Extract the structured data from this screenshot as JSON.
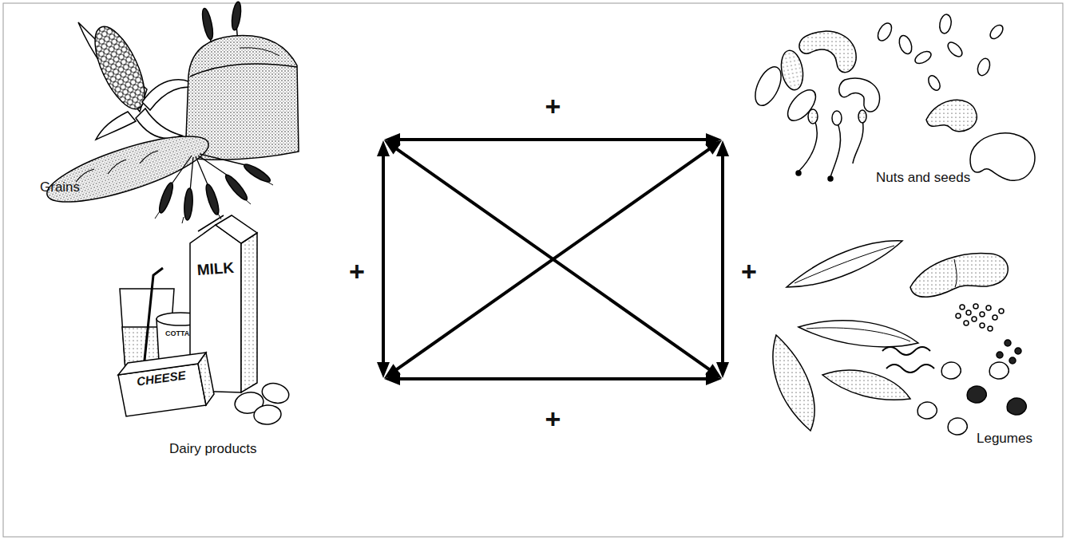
{
  "diagram": {
    "nodes": [
      {
        "text": [
          "Grains"
        ]
      },
      {
        "text": [
          "Nuts and seeds"
        ]
      },
      {
        "text": [
          "Dairy products"
        ]
      },
      {
        "text": [
          "Legumes"
        ]
      }
    ],
    "edges": [
      {
        "from": 0,
        "to": 1,
        "label": "+",
        "arrow": "both"
      },
      {
        "from": 0,
        "to": 2,
        "label": "+",
        "arrow": "both"
      },
      {
        "from": 1,
        "to": 3,
        "label": "+",
        "arrow": "both"
      },
      {
        "from": 2,
        "to": 3,
        "label": "+",
        "arrow": "both"
      },
      {
        "from": 0,
        "to": 3,
        "arrow": "both"
      },
      {
        "from": 1,
        "to": 2,
        "arrow": "both"
      }
    ],
    "labels": [
      "MILK",
      "COTTA",
      "CHEESE"
    ]
  }
}
